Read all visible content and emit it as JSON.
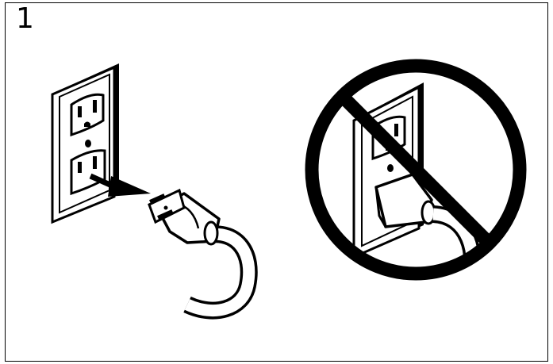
{
  "step": {
    "number": "1"
  },
  "colors": {
    "line": "#000000",
    "background": "#ffffff"
  },
  "panels": [
    {
      "name": "unplug-correct",
      "icon": "outlet-with-plug-pulled-out-icon"
    },
    {
      "name": "do-not-use",
      "icon": "prohibited-plugged-in-outlet-icon"
    }
  ]
}
